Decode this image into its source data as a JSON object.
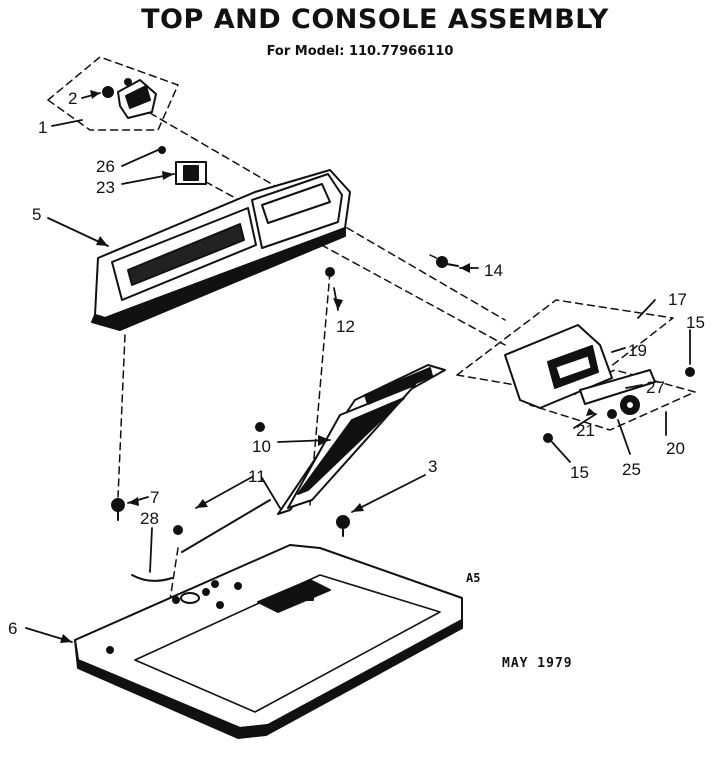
{
  "diagram": {
    "title": "TOP AND CONSOLE ASSEMBLY",
    "model_line": "For Model: 110.77966110",
    "figure_code": "A5",
    "date": "MAY 1979"
  },
  "callouts": {
    "c1": "1",
    "c2": "2",
    "c3": "3",
    "c5": "5",
    "c6": "6",
    "c7": "7",
    "c10": "10",
    "c11": "11",
    "c12": "12",
    "c14": "14",
    "c15a": "15",
    "c15b": "15",
    "c17": "17",
    "c19": "19",
    "c20": "20",
    "c21": "21",
    "c23": "23",
    "c25": "25",
    "c26": "26",
    "c27": "27",
    "c28": "28"
  }
}
